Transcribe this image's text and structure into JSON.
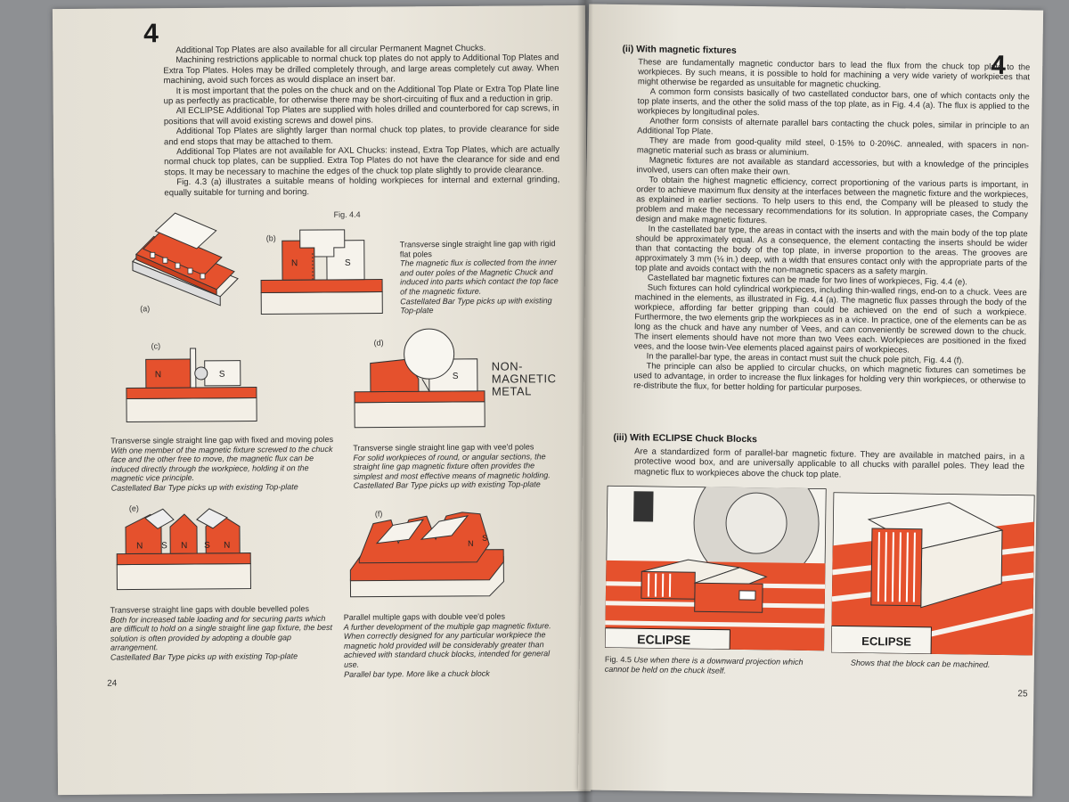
{
  "left_page": {
    "chapter": "4",
    "page_number": "24",
    "paragraphs": [
      "Additional Top Plates are also available for all circular Permanent Magnet Chucks.",
      "Machining restrictions applicable to normal chuck top plates do not apply to Additional Top Plates and Extra Top Plates. Holes may be drilled completely through, and large areas completely cut away. When machining, avoid such forces as would displace an insert bar.",
      "It is most important that the poles on the chuck and on the Additional Top Plate or Extra Top Plate line up as perfectly as practicable, for otherwise there may be short-circuiting of flux and a reduction in grip.",
      "All ECLIPSE Additional Top Plates are supplied with holes drilled and counterbored for cap screws, in positions that will avoid existing screws and dowel pins.",
      "Additional Top Plates are slightly larger than normal chuck top plates, to provide clearance for side and end stops that may be attached to them.",
      "Additional Top Plates are not available for AXL Chucks: instead, Extra Top Plates, which are actually normal chuck top plates, can be supplied. Extra Top Plates do not have the clearance for side and end stops. It may be necessary to machine the edges of the chuck top plate slightly to provide clearance.",
      "Fig. 4.3 (a) illustrates a suitable means of holding workpieces for internal and external grinding, equally suitable for turning and boring."
    ],
    "fig_title": "Fig. 4.4",
    "panel_labels": {
      "a": "(a)",
      "b": "(b)",
      "c": "(c)",
      "d": "(d)",
      "e": "(e)",
      "f": "(f)"
    },
    "non_magnetic": [
      "NON-",
      "MAGNETIC",
      "METAL"
    ],
    "captions": {
      "b": {
        "title": "Transverse single straight line gap with rigid flat poles",
        "italic": "The magnetic flux is collected from the inner and outer poles of the Magnetic Chuck and induced into parts which contact the top face of the magnetic fixture.",
        "note": "Castellated Bar Type picks up with existing Top-plate"
      },
      "c": {
        "title": "Transverse single straight line gap with fixed and moving poles",
        "italic": "With one member of the magnetic fixture screwed to the chuck face and the other free to move, the magnetic flux can be induced directly through the workpiece, holding it on the magnetic vice principle.",
        "note": "Castellated Bar Type picks up with existing Top-plate"
      },
      "d": {
        "title": "Transverse single straight line gap with vee'd poles",
        "italic": "For solid workpieces of round, or angular sections, the straight line gap magnetic fixture often provides the simplest and most effective means of magnetic holding.",
        "note": "Castellated Bar Type picks up with existing Top-plate"
      },
      "e": {
        "title": "Transverse straight line gaps with double bevelled poles",
        "italic": "Both for increased table loading and for securing parts which are difficult to hold on a single straight line gap fixture, the best solution is often provided by adopting a double gap arrangement.",
        "note": "Castellated Bar Type picks up with existing Top-plate"
      },
      "f": {
        "title": "Parallel multiple gaps with double vee'd poles",
        "italic": "A further development of the multiple gap magnetic fixture. When correctly designed for any particular workpiece the magnetic hold provided will be considerably greater than achieved with standard chuck blocks, intended for general use.",
        "note": "Parallel bar type. More like a chuck block"
      }
    },
    "pole_letters": {
      "N": "N",
      "S": "S"
    }
  },
  "right_page": {
    "chapter": "4",
    "page_number": "25",
    "section_ii": "(ii)  With magnetic fixtures",
    "paragraphs_ii": [
      "These are fundamentally magnetic conductor bars to lead the flux from the chuck top plate to the workpieces. By such means, it is possible to hold for machining a very wide variety of workpieces that might otherwise be regarded as unsuitable for magnetic chucking.",
      "A common form consists basically of two castellated conductor bars, one of which contacts only the top plate inserts, and the other the solid mass of the top plate, as in Fig. 4.4 (a). The flux is applied to the workpieces by longitudinal poles.",
      "Another form consists of alternate parallel bars contacting the chuck poles, similar in principle to an Additional Top Plate.",
      "They are made from good-quality mild steel, 0·15% to 0·20%C. annealed, with spacers in non-magnetic material such as brass or aluminium.",
      "Magnetic fixtures are not available as standard accessories, but with a knowledge of the principles involved, users can often make their own.",
      "To obtain the highest magnetic efficiency, correct proportioning of the various parts is important, in order to achieve maximum flux density at the interfaces between the magnetic fixture and the workpieces, as explained in earlier sections. To help users to this end, the Company will be pleased to study the problem and make the necessary recommendations for its solution. In appropriate cases, the Company design and make magnetic fixtures.",
      "In the castellated bar type, the areas in contact with the inserts and with the main body of the top plate should be approximately equal. As a consequence, the element contacting the inserts should be wider than that contacting the body of the top plate, in inverse proportion to the areas. The grooves are approximately 3 mm (⅛ in.) deep, with a width that ensures contact only with the appropriate parts of the top plate and avoids contact with the non-magnetic spacers as a safety margin.",
      "Castellated bar magnetic fixtures can be made for two lines of workpieces, Fig. 4.4 (e).",
      "Such fixtures can hold cylindrical workpieces, including thin-walled rings, end-on to a chuck. Vees are machined in the elements, as illustrated in Fig. 4.4 (a). The magnetic flux passes through the body of the workpiece, affording far better gripping than could be achieved on the end of such a workpiece. Furthermore, the two elements grip the workpieces as in a vice. In practice, one of the elements can be as long as the chuck and have any number of Vees, and can conveniently be screwed down to the chuck. The insert elements should have not more than two Vees each. Workpieces are positioned in the fixed vees, and the loose twin-Vee elements placed against pairs of workpieces.",
      "In the parallel-bar type, the areas in contact must suit the chuck pole pitch, Fig. 4.4 (f).",
      "The principle can also be applied to circular chucks, on which magnetic fixtures can sometimes be used to advantage, in order to increase the flux linkages for holding very thin workpieces, or otherwise to re-distribute the flux, for better holding for particular purposes."
    ],
    "section_iii": "(iii)  With ECLIPSE Chuck Blocks",
    "paragraph_iii": "Are a standardized form of parallel-bar magnetic fixture. They are available in matched pairs, in a protective wood box, and are universally applicable to all chucks with parallel poles. They lead the magnetic flux to workpieces above the chuck top plate.",
    "brand": "ECLIPSE",
    "fig45_caption_prefix": "Fig. 4.5",
    "fig45_caption_left": "Use when there is a downward projection which cannot be held on the chuck itself.",
    "fig45_caption_right": "Shows that the block can be machined."
  },
  "colors": {
    "red": "#e5512d",
    "paper": "#ebe7dc",
    "ink": "#2a2a2a"
  }
}
